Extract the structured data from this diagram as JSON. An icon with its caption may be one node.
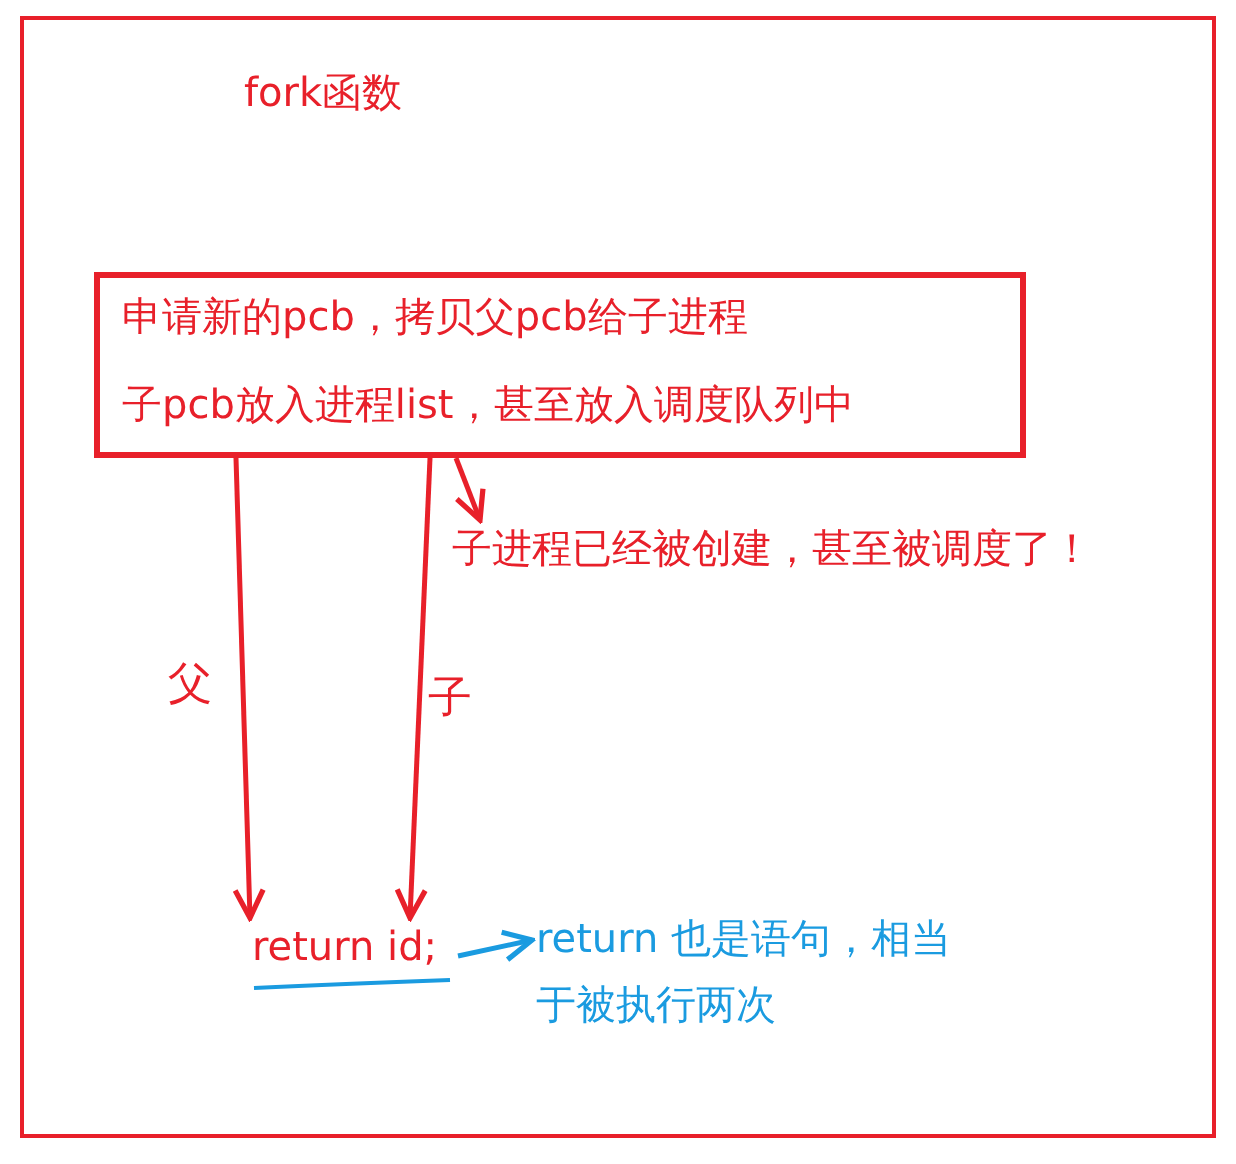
{
  "diagram": {
    "nodes": [
      {
        "text": [
          "fork函数"
        ]
      },
      {
        "text": [
          "申请新的pcb，拷贝父pcb给子进程",
          "子pcb放入进程list，甚至放入调度队列中"
        ],
        "in": 0
      },
      {
        "text": [
          "子进程已经被创建，甚至被调度了！"
        ],
        "in": 0
      },
      {
        "text": [
          "return id;"
        ],
        "in": 0
      },
      {
        "text": [
          "return 也是语句，相当于被执行两次"
        ],
        "in": 0
      }
    ],
    "edges": [
      {
        "from": 1,
        "to": 3,
        "arrow": "to",
        "label": "父"
      },
      {
        "from": 1,
        "to": 3,
        "arrow": "to",
        "label": "子"
      },
      {
        "from": 1,
        "to": 2,
        "arrow": "to"
      },
      {
        "from": 3,
        "to": 4,
        "arrow": "to",
        "color": "#1a9be0"
      }
    ]
  }
}
